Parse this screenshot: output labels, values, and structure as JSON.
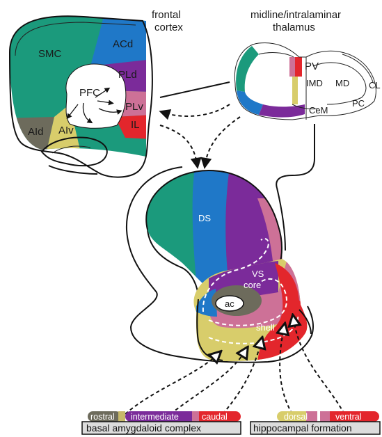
{
  "colors": {
    "teal": "#1b9a7c",
    "blue": "#1f78c8",
    "purple": "#7b2b9a",
    "pink": "#cd7197",
    "red": "#e3262c",
    "khaki": "#d8cd6b",
    "gray": "#6d6b5c"
  },
  "labels": {
    "frontal_cortex_1": "frontal",
    "frontal_cortex_2": "cortex",
    "thalamus_1": "midline/intralaminar",
    "thalamus_2": "thalamus",
    "smc": "SMC",
    "acd": "ACd",
    "pld": "PLd",
    "pfc": "PFC",
    "plv": "PLv",
    "il": "IL",
    "aid": "AId",
    "aiv": "AIv",
    "pv": "PV",
    "imd": "IMD",
    "md": "MD",
    "cl": "CL",
    "pc": "PC",
    "cem": "CeM",
    "ds": "DS",
    "vs": "VS",
    "core": "core",
    "ac": "ac",
    "shell": "shell"
  },
  "legend": {
    "amygdala_items": [
      "rostral",
      "intermediate",
      "caudal"
    ],
    "amygdala_title": "basal amygdaloid complex",
    "hippocampus_items": [
      "dorsal",
      "ventral"
    ],
    "hippocampus_title": "hippocampal formation"
  }
}
